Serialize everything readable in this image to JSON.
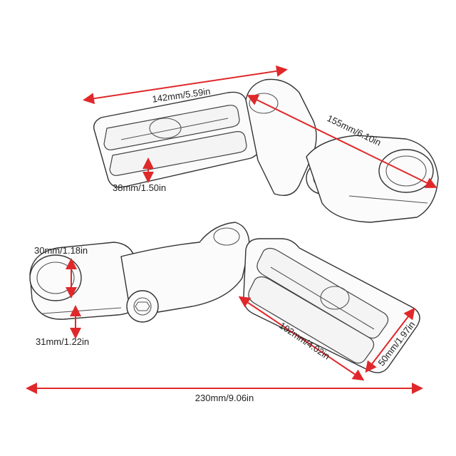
{
  "colors": {
    "dimension_line": "#e0282a",
    "outline": "#333333",
    "background": "#ffffff"
  },
  "dimensions": {
    "top_peg_length": "142mm/5.59in",
    "top_arm_length": "155mm/6.10in",
    "top_peg_width": "38mm/1.50in",
    "clamp_inner_diameter": "30mm/1.18in",
    "clamp_outer_diameter": "31mm/1.22in",
    "bottom_peg_length": "102mm/4.02in",
    "bottom_peg_width": "50mm/1.97in",
    "overall_length": "230mm/9.06in"
  }
}
